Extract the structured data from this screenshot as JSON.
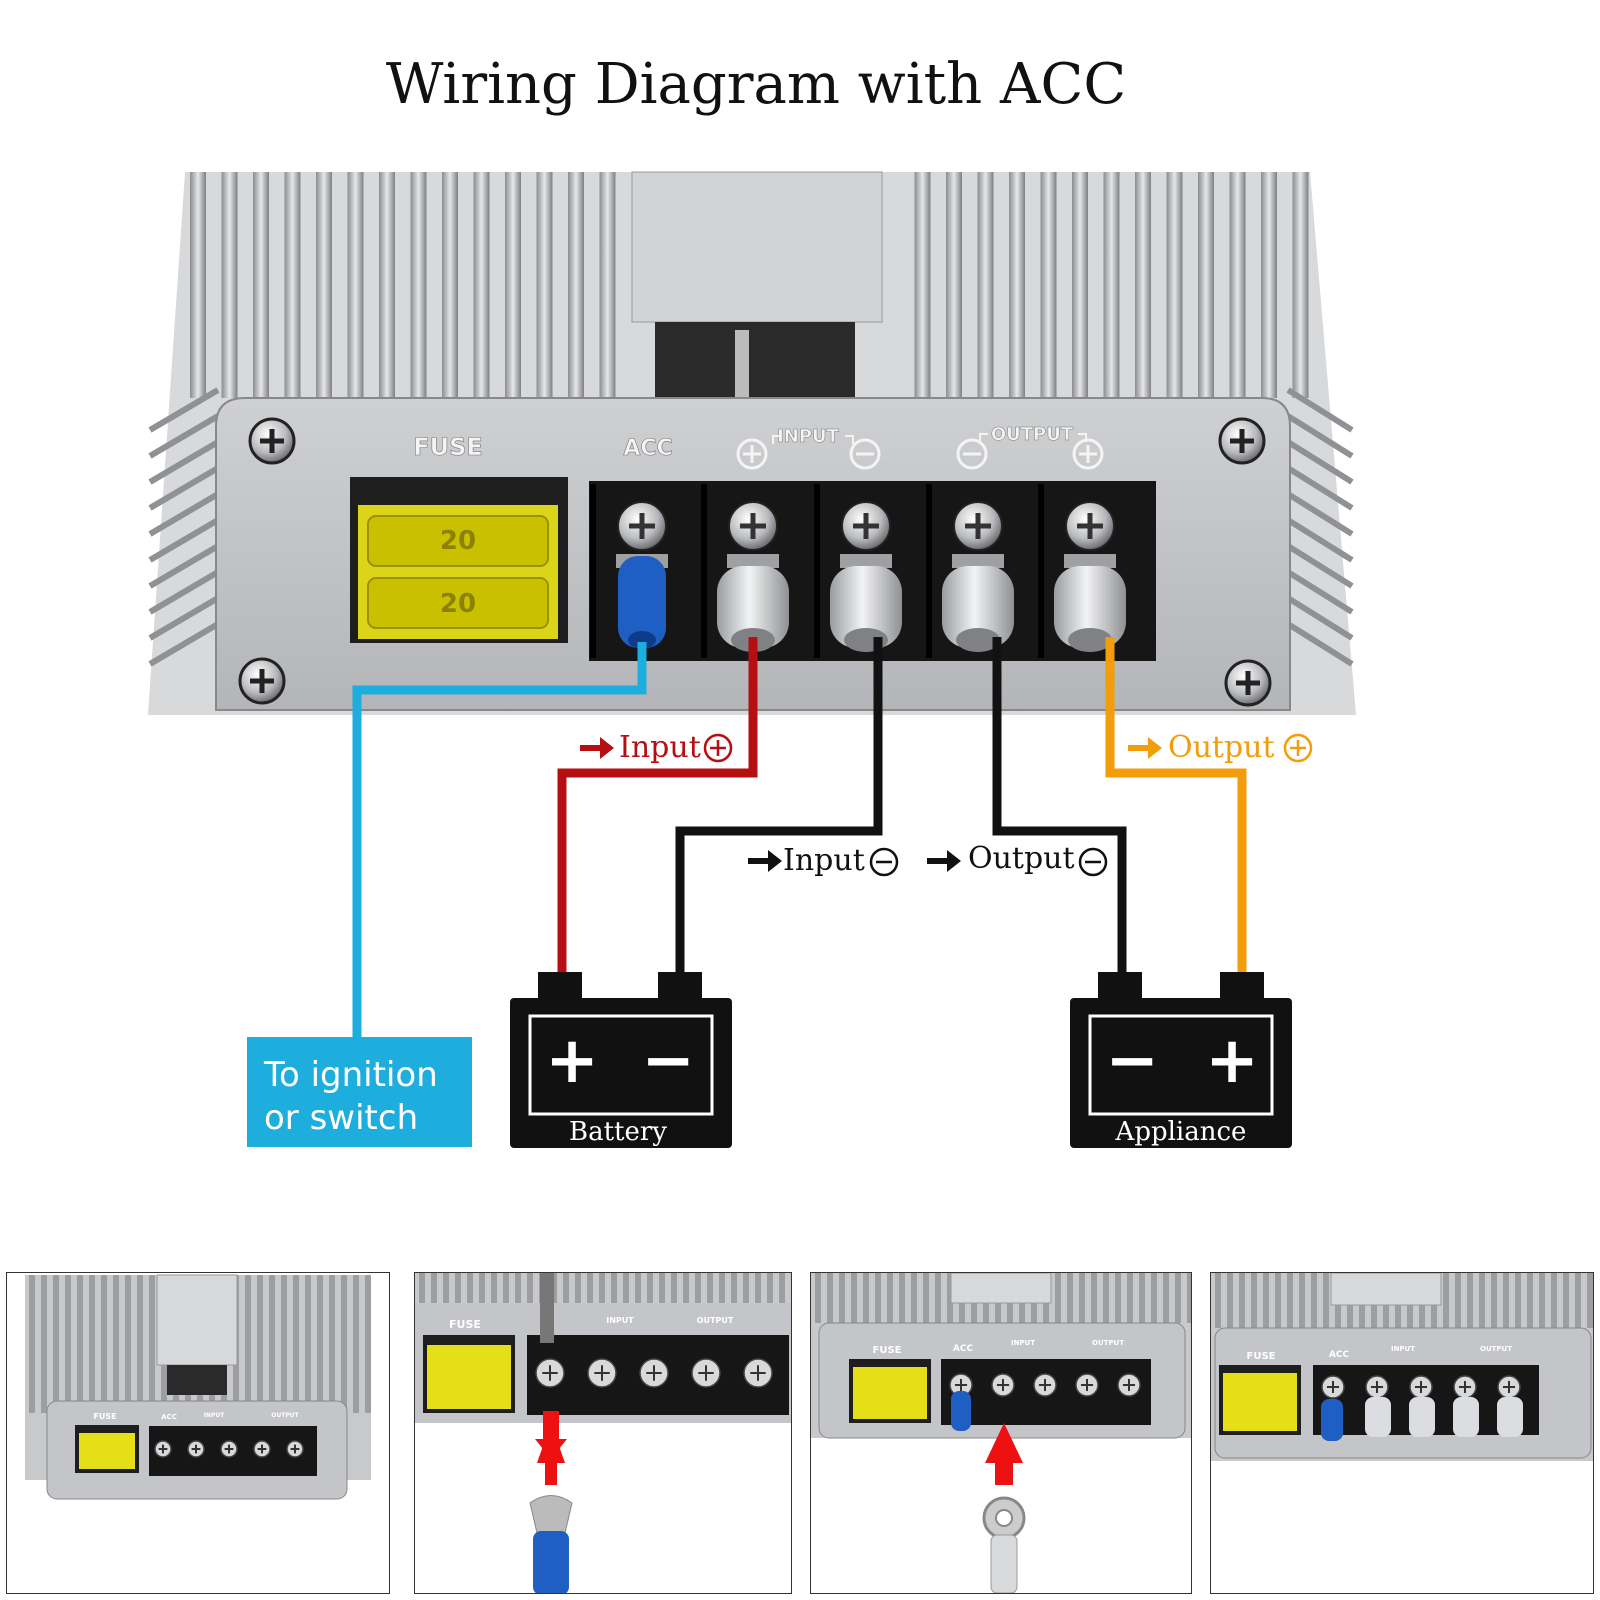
{
  "title": "Wiring Diagram with ACC",
  "device": {
    "fuse_label": "FUSE",
    "acc_label": "ACC",
    "input_label": "INPUT",
    "output_label": "OUTPUT",
    "fuse_rating": "20",
    "terminal_signs": [
      "+",
      "−",
      "−",
      "+"
    ]
  },
  "wires": {
    "input_pos_label": "Input",
    "input_neg_label": "Input",
    "output_neg_label": "Output",
    "output_pos_label": "Output",
    "acc_label": "To ignition",
    "acc_label_line2": "or switch"
  },
  "battery": {
    "label": "Battery",
    "left_sign": "+",
    "right_sign": "−"
  },
  "appliance": {
    "label": "Appliance",
    "left_sign": "−",
    "right_sign": "+"
  },
  "thumbnails": [
    {
      "fuse_label": "FUSE",
      "acc_label": "ACC",
      "input_label": "INPUT",
      "output_label": "OUTPUT"
    },
    {
      "fuse_label": "FUSE",
      "input_label": "INPUT",
      "output_label": "OUTPUT"
    },
    {
      "fuse_label": "FUSE",
      "acc_label": "ACC",
      "input_label": "INPUT",
      "output_label": "OUTPUT"
    },
    {
      "fuse_label": "FUSE",
      "acc_label": "ACC",
      "input_label": "INPUT",
      "output_label": "OUTPUT"
    }
  ],
  "colors": {
    "acc_wire": "#1eaede",
    "input_pos_wire": "#b50f12",
    "output_pos_wire": "#f29d0a",
    "neg_wire": "#111111",
    "heatsink": "#c9cacc",
    "fuse": "#e8e21a"
  }
}
